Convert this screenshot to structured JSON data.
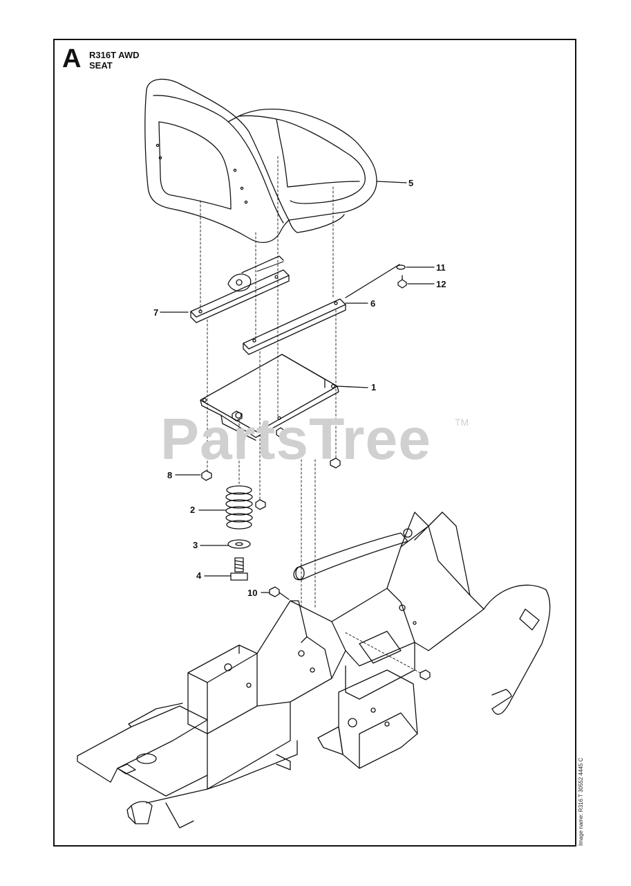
{
  "header": {
    "section_letter": "A",
    "model": "R316T AWD",
    "title": "SEAT"
  },
  "watermark": {
    "text": "PartsTree",
    "trademark": "TM"
  },
  "callouts": [
    {
      "id": "c1",
      "label": "1"
    },
    {
      "id": "c2",
      "label": "2"
    },
    {
      "id": "c3",
      "label": "3"
    },
    {
      "id": "c4",
      "label": "4"
    },
    {
      "id": "c5",
      "label": "5"
    },
    {
      "id": "c6",
      "label": "6"
    },
    {
      "id": "c7",
      "label": "7"
    },
    {
      "id": "c8",
      "label": "8"
    },
    {
      "id": "c10",
      "label": "10"
    },
    {
      "id": "c11",
      "label": "11"
    },
    {
      "id": "c12",
      "label": "12"
    }
  ],
  "footer": {
    "image_name": "Image name: R316 T 30552 4445 C"
  },
  "colors": {
    "line": "#111111",
    "watermark": "#d0d0d0"
  }
}
